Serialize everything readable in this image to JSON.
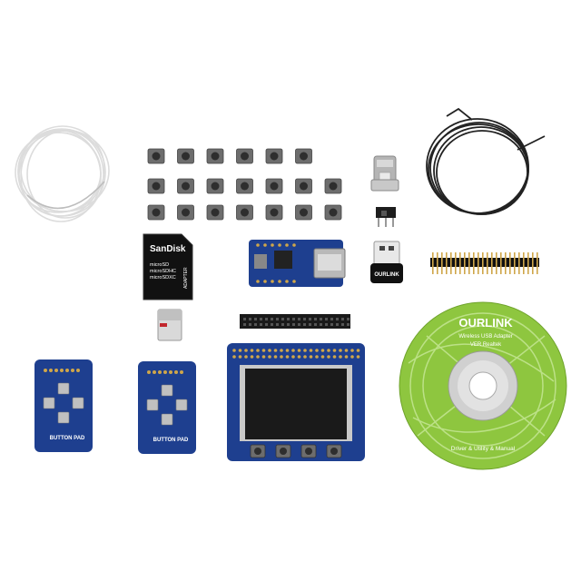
{
  "image": {
    "background": "#ffffff",
    "sd_card": {
      "brand": "SanDisk",
      "lines": [
        "microSD",
        "microSDHC",
        "microSDXC"
      ],
      "side_label": "ADAPTER"
    },
    "usb_wifi_dongle": {
      "brand": "OURLINK"
    },
    "button_pad": {
      "label": "BUTTON PAD"
    },
    "cd": {
      "brand": "OURLINK",
      "line1": "Wireless USB Adapter",
      "line2": "VER Realtek",
      "footer": "Driver & Utility & Manual",
      "accent": "#8ec63f"
    },
    "colors": {
      "pcb_blue": "#1e3f8f",
      "tft_screen": "#1a1a1a",
      "wire_white": "#f2f2f2",
      "wire_black": "#222222",
      "button": "#3a3a3a",
      "header_pins": "#cfa64a"
    }
  }
}
